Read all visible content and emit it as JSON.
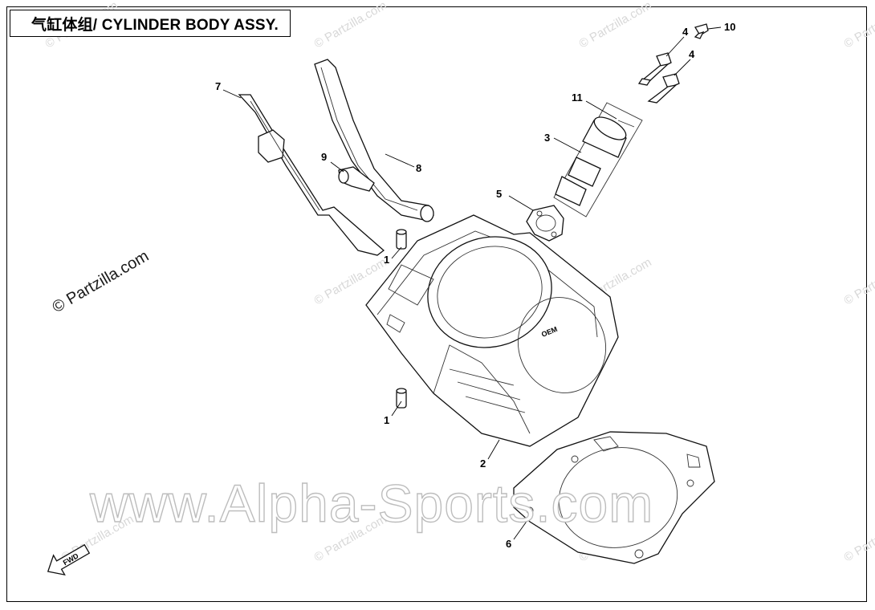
{
  "title": "气缸体组/ CYLINDER BODY ASSY.",
  "watermark_small": "© Partzilla.com",
  "watermark_large": "© Partzilla.com",
  "watermark_site": "www.Alpha-Sports.com",
  "fwd_label": "FWD",
  "callouts": {
    "c1a": "1",
    "c1b": "1",
    "c2": "2",
    "c3": "3",
    "c4a": "4",
    "c4b": "4",
    "c5": "5",
    "c6": "6",
    "c7": "7",
    "c8": "8",
    "c9": "9",
    "c10": "10",
    "c11": "11"
  }
}
